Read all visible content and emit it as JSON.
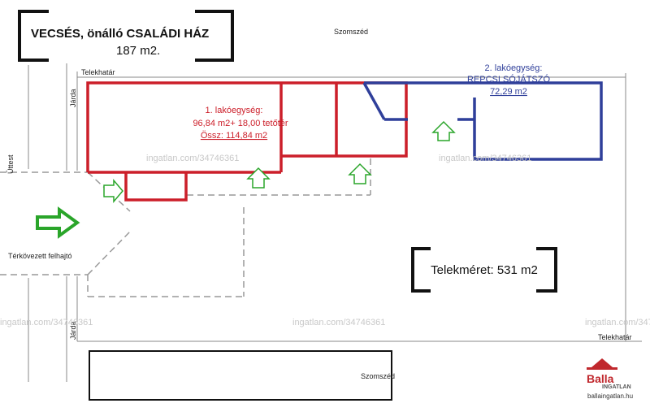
{
  "title": {
    "line1": "VECSÉS, önálló CSALÁDI HÁZ",
    "line2": "187 m2."
  },
  "labels": {
    "szomszed_top": "Szomszéd",
    "szomszed_bottom": "Szomszéd",
    "telekhatar_top": "Telekhatár",
    "telekhatar_right": "Telekhatár",
    "jarda_top": "Járda",
    "jarda_bottom": "Járda",
    "ut": "Úttest",
    "felhajto": "Térkövezett felhajtó"
  },
  "unit1": {
    "line1": "1. lakóegység:",
    "line2": "96,84 m2+ 18,00 tetőtér",
    "line3": "Össz: 114,84 m2"
  },
  "unit2": {
    "line1": "2. lakóegység:",
    "line2": "REPCSI SÓJÁTSZÓ",
    "line3": "72,29 m2"
  },
  "plot_size": "Telekméret: 531 m2",
  "logo": {
    "brand": "Balla",
    "sub": "INGATLAN",
    "url": "ballaingatlan.hu"
  },
  "watermark": "ingatlan.com/34746361",
  "colors": {
    "unit1": "#cc1f2a",
    "unit2": "#2f3f9a",
    "arrow": "#2aa52a",
    "dashed": "#999999"
  }
}
